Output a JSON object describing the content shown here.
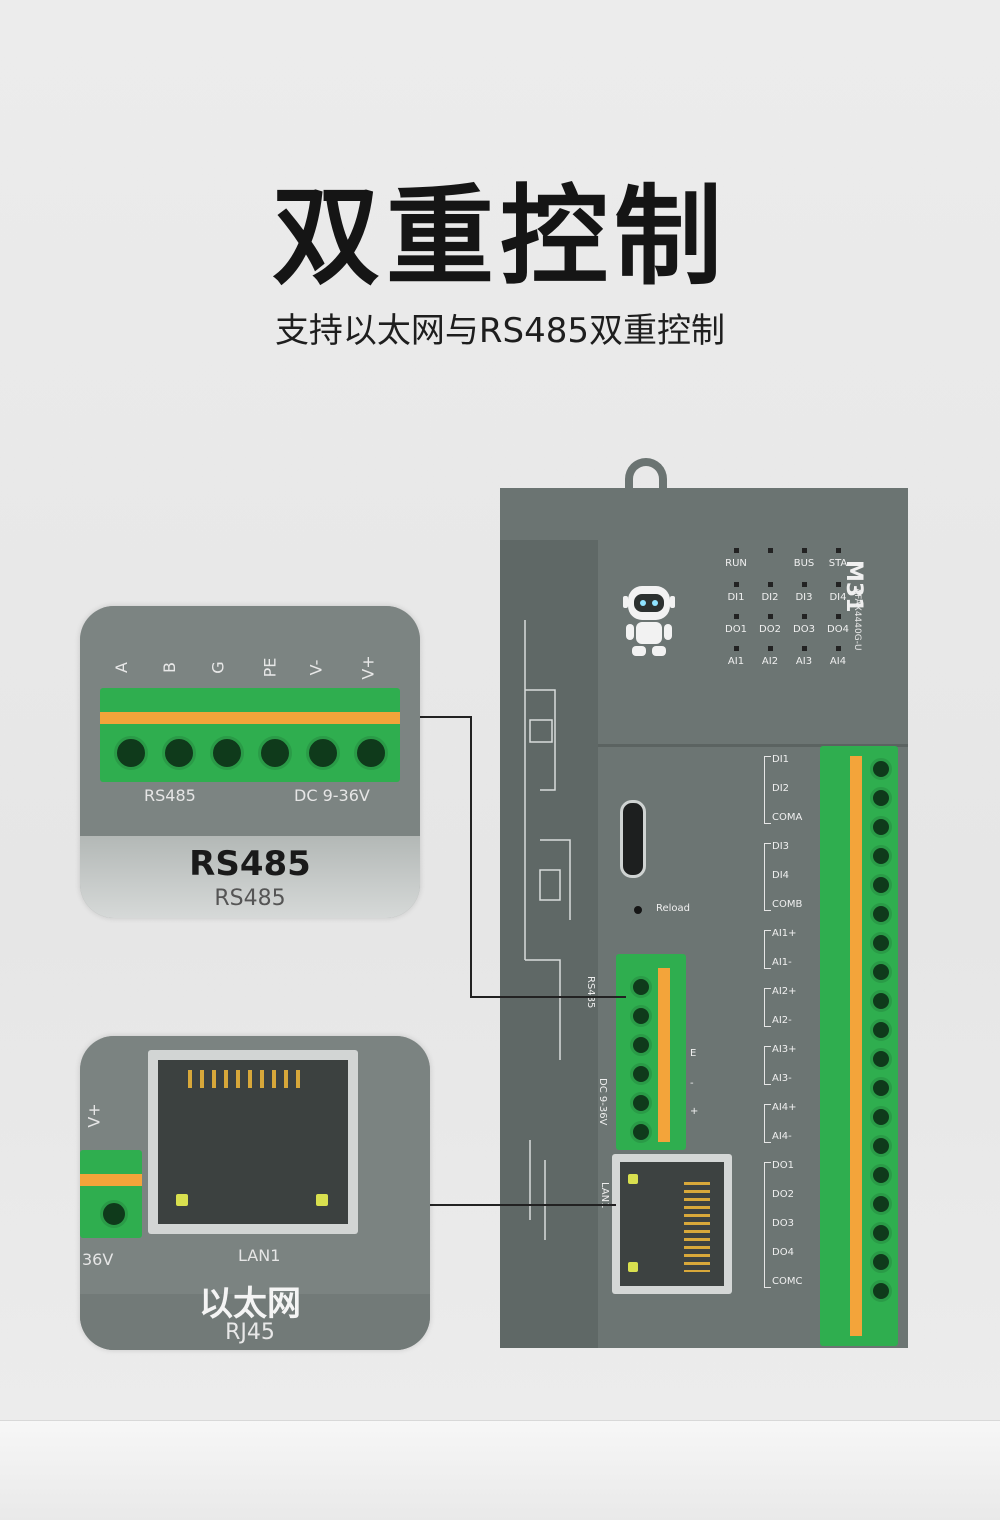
{
  "header": {
    "title": "双重控制",
    "subtitle": "支持以太网与RS485双重控制"
  },
  "device": {
    "model": "M31",
    "part_number": "AFAX4440G-U",
    "led_rows": [
      [
        "RUN",
        "",
        "BUS",
        "STA"
      ],
      [
        "DI1",
        "DI2",
        "DI3",
        "DI4"
      ],
      [
        "DO1",
        "DO2",
        "DO3",
        "DO4"
      ],
      [
        "AI1",
        "AI2",
        "AI3",
        "AI4"
      ]
    ],
    "reload_label": "Reload",
    "rs485_label": "RS485",
    "dc_label": "DC 9-36V",
    "lan_label": "LAN1",
    "io_terminals": [
      "DI1",
      "DI2",
      "COMA",
      "DI3",
      "DI4",
      "COMB",
      "AI1+",
      "AI1-",
      "AI2+",
      "AI2-",
      "AI3+",
      "AI3-",
      "AI4+",
      "AI4-",
      "DO1",
      "DO2",
      "DO3",
      "DO4",
      "COMC"
    ],
    "front_minus": "-",
    "front_plus": "+",
    "front_e": "E"
  },
  "callout_rs485": {
    "pins": [
      "A",
      "B",
      "G",
      "PE",
      "V-",
      "V+"
    ],
    "left_label": "RS485",
    "right_label": "DC 9-36V",
    "title": "RS485",
    "subtitle": "RS485"
  },
  "callout_lan": {
    "side_label": "V+",
    "side_bottom": "36V",
    "port_label": "LAN1",
    "title": "以太网",
    "subtitle": "RJ45"
  },
  "colors": {
    "device_body": "#6c7573",
    "terminal_green": "#2fae4f",
    "terminal_orange": "#f3a43a",
    "background": "#e8e8e8"
  },
  "icons": [
    "robot-logo-icon",
    "usb-c-port-icon",
    "rj45-port-icon"
  ]
}
